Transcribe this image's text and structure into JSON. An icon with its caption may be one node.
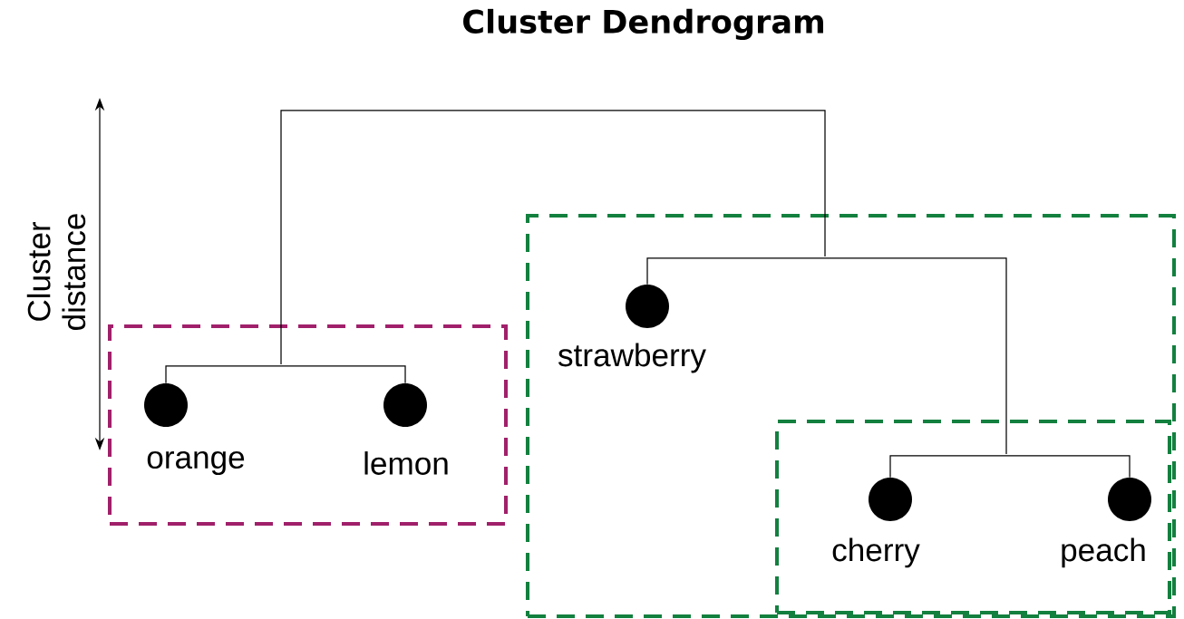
{
  "diagram": {
    "title": "Cluster Dendrogram",
    "nodes": [
      {
        "text": [],
        "shape": "box"
      },
      {
        "text": [
          "orange"
        ],
        "in": 0
      },
      {
        "text": [
          "lemon"
        ],
        "in": 0
      },
      {
        "text": [],
        "shape": "box"
      },
      {
        "text": [
          "strawberry"
        ],
        "in": 3
      },
      {
        "text": [],
        "shape": "box",
        "in": 3
      },
      {
        "text": [
          "cherry"
        ],
        "in": 5
      },
      {
        "text": [
          "peach"
        ],
        "in": 5
      }
    ],
    "edges": [
      {
        "from": 1,
        "to": 2,
        "arrow": "none"
      },
      {
        "from": 6,
        "to": 7,
        "arrow": "none"
      },
      {
        "from": 4,
        "to": 5,
        "arrow": "none"
      },
      {
        "from": 0,
        "to": 3,
        "arrow": "none"
      }
    ],
    "labels": [
      "Cluster distance"
    ]
  }
}
